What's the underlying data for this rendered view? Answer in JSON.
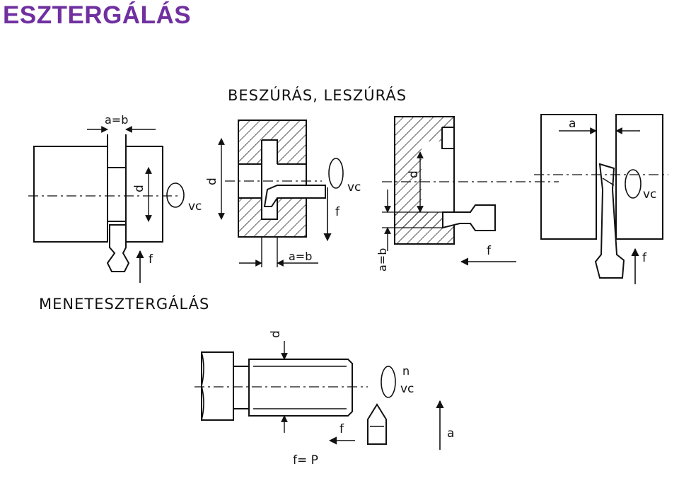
{
  "slide": {
    "title": "ESZTERGÁLÁS"
  },
  "sections": {
    "grooving": "BESZÚRÁS, LESZÚRÁS",
    "threading": "MENETESZTERGÁLÁS"
  },
  "labels": {
    "a_eq_b": "a=b",
    "a": "a",
    "d": "d",
    "vc": "vc",
    "f": "f",
    "n": "n",
    "f_eq_p": "f= P"
  }
}
